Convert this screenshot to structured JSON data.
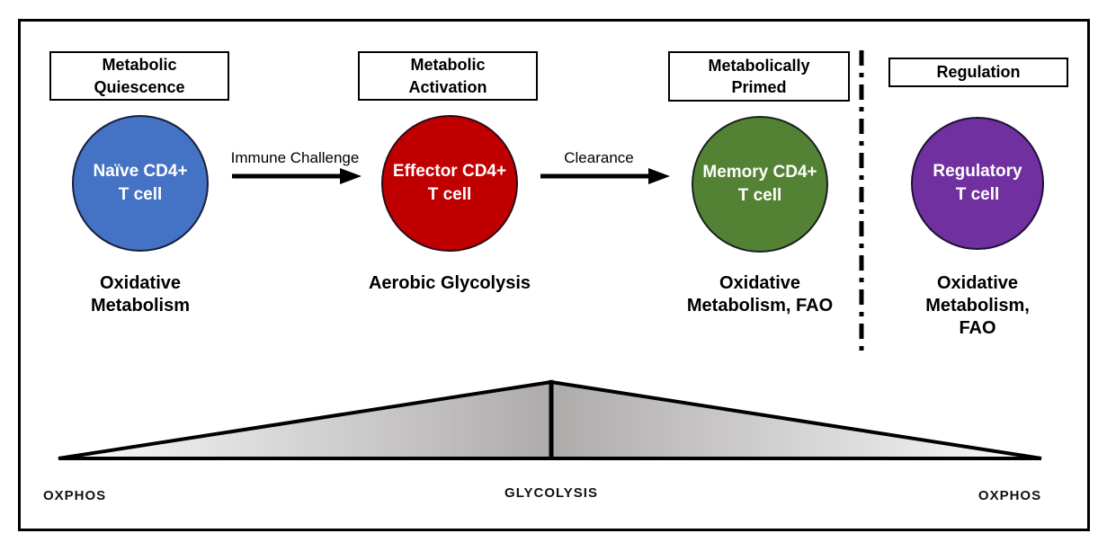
{
  "figure": {
    "background": "#ffffff",
    "border_color": "#000000"
  },
  "sections": [
    {
      "header": "Metabolic\nQuiescence",
      "cell_label": "Naïve CD4+\nT cell",
      "cell_color": "#4472c4",
      "metabolism": "Oxidative\nMetabolism"
    },
    {
      "header": "Metabolic\nActivation",
      "cell_label": "Effector CD4+\nT cell",
      "cell_color": "#c00000",
      "metabolism": "Aerobic Glycolysis"
    },
    {
      "header": "Metabolically\nPrimed",
      "cell_label": "Memory CD4+\nT cell",
      "cell_color": "#548235",
      "metabolism": "Oxidative\nMetabolism, FAO"
    },
    {
      "header": "Regulation",
      "cell_label": "Regulatory\nT cell",
      "cell_color": "#7030a0",
      "metabolism": "Oxidative\nMetabolism, FAO"
    }
  ],
  "transitions": [
    {
      "label": "Immune Challenge"
    },
    {
      "label": "Clearance"
    }
  ],
  "axis": {
    "left": "OXPHOS",
    "center": "GLYCOLYSIS",
    "right": "OXPHOS",
    "gradient_light": "#fbfbfb",
    "gradient_dark": "#aeabab",
    "line_color": "#000000"
  }
}
